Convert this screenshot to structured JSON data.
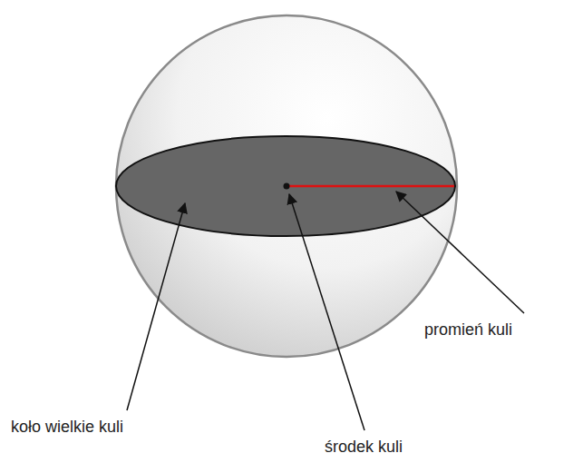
{
  "diagram": {
    "labels": [
      "koło wielkie kuli",
      "środek kuli",
      "promień kuli"
    ]
  }
}
